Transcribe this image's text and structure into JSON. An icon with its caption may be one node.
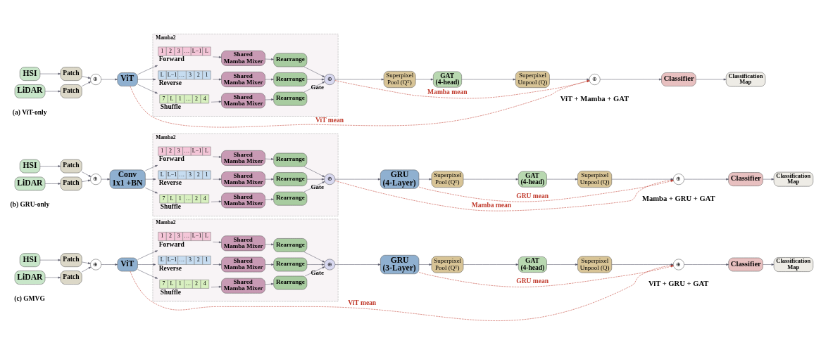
{
  "diagram": {
    "nodes": [
      {
        "text": [
          "HSI"
        ]
      },
      {
        "text": [
          "Patch"
        ]
      },
      {
        "text": [
          "LiDAR"
        ]
      },
      {
        "text": [
          "Patch"
        ]
      },
      {
        "text": [
          "⊕"
        ]
      },
      {
        "text": [
          "ViT"
        ]
      },
      {
        "text": [
          "Mamba2"
        ]
      },
      {
        "text": [
          "1",
          "2",
          "3",
          "…",
          "L−1",
          "L"
        ],
        "beside": [
          "Forward"
        ],
        "in": 6
      },
      {
        "text": [
          "Shared Mamba Mixer"
        ],
        "in": 6
      },
      {
        "text": [
          "Rearrange"
        ],
        "in": 6
      },
      {
        "text": [
          "L",
          "L−1",
          "…",
          "3",
          "2",
          "1"
        ],
        "beside": [
          "Reverse"
        ],
        "in": 6
      },
      {
        "text": [
          "Shared Mamba Mixer"
        ],
        "in": 6
      },
      {
        "text": [
          "Rearrange"
        ],
        "in": 6
      },
      {
        "text": [
          "7",
          "L",
          "1",
          "…",
          "2",
          "4"
        ],
        "beside": [
          "Shuffle"
        ],
        "in": 6
      },
      {
        "text": [
          "Shared Mamba Mixer"
        ],
        "in": 6
      },
      {
        "text": [
          "Rearrange"
        ],
        "in": 6
      },
      {
        "text": [
          "⊕"
        ],
        "beside": [
          "Gate"
        ],
        "in": 6
      },
      {
        "text": [
          "Superpixel Pool (Qᵀ)"
        ]
      },
      {
        "text": [
          "GAT (4-head)"
        ]
      },
      {
        "text": [
          "Superpixel Unpool (Q)"
        ]
      },
      {
        "text": [
          "⊕"
        ]
      },
      {
        "text": [
          "Classifier"
        ]
      },
      {
        "text": [
          "Classification Map"
        ]
      },
      {
        "text": [
          "HSI"
        ]
      },
      {
        "text": [
          "Patch"
        ]
      },
      {
        "text": [
          "LiDAR"
        ]
      },
      {
        "text": [
          "Patch"
        ]
      },
      {
        "text": [
          "⊕"
        ]
      },
      {
        "text": [
          "Conv 1x1 +BN"
        ]
      },
      {
        "text": [
          "Mamba2"
        ]
      },
      {
        "text": [
          "1",
          "2",
          "3",
          "…",
          "L−1",
          "L"
        ],
        "beside": [
          "Forward"
        ],
        "in": 29
      },
      {
        "text": [
          "Shared Mamba Mixer"
        ],
        "in": 29
      },
      {
        "text": [
          "Rearrange"
        ],
        "in": 29
      },
      {
        "text": [
          "L",
          "L−1",
          "…",
          "3",
          "2",
          "1"
        ],
        "beside": [
          "Reverse"
        ],
        "in": 29
      },
      {
        "text": [
          "Shared Mamba Mixer"
        ],
        "in": 29
      },
      {
        "text": [
          "Rearrange"
        ],
        "in": 29
      },
      {
        "text": [
          "7",
          "L",
          "1",
          "…",
          "2",
          "4"
        ],
        "beside": [
          "Shuffle"
        ],
        "in": 29
      },
      {
        "text": [
          "Shared Mamba Mixer"
        ],
        "in": 29
      },
      {
        "text": [
          "Rearrange"
        ],
        "in": 29
      },
      {
        "text": [
          "⊕"
        ],
        "beside": [
          "Gate"
        ],
        "in": 29
      },
      {
        "text": [
          "GRU (4-Layer)"
        ]
      },
      {
        "text": [
          "Superpixel Pool (Qᵀ)"
        ]
      },
      {
        "text": [
          "GAT (4-head)"
        ]
      },
      {
        "text": [
          "Superpixel Unpool (Q)"
        ]
      },
      {
        "text": [
          "⊕"
        ]
      },
      {
        "text": [
          "Classifier"
        ]
      },
      {
        "text": [
          "Classification Map"
        ]
      },
      {
        "text": [
          "HSI"
        ]
      },
      {
        "text": [
          "Patch"
        ]
      },
      {
        "text": [
          "LiDAR"
        ]
      },
      {
        "text": [
          "Patch"
        ]
      },
      {
        "text": [
          "⊕"
        ]
      },
      {
        "text": [
          "ViT"
        ]
      },
      {
        "text": [
          "Mamba2"
        ]
      },
      {
        "text": [
          "1",
          "2",
          "3",
          "…",
          "L−1",
          "L"
        ],
        "beside": [
          "Forward"
        ],
        "in": 53
      },
      {
        "text": [
          "Shared Mamba Mixer"
        ],
        "in": 53
      },
      {
        "text": [
          "Rearrange"
        ],
        "in": 53
      },
      {
        "text": [
          "L",
          "L−1",
          "…",
          "3",
          "2",
          "1"
        ],
        "beside": [
          "Reverse"
        ],
        "in": 53
      },
      {
        "text": [
          "Shared Mamba Mixer"
        ],
        "in": 53
      },
      {
        "text": [
          "Rearrange"
        ],
        "in": 53
      },
      {
        "text": [
          "7",
          "L",
          "1",
          "…",
          "2",
          "4"
        ],
        "beside": [
          "Shuffle"
        ],
        "in": 53
      },
      {
        "text": [
          "Shared Mamba Mixer"
        ],
        "in": 53
      },
      {
        "text": [
          "Rearrange"
        ],
        "in": 53
      },
      {
        "text": [
          "⊕"
        ],
        "beside": [
          "Gate"
        ],
        "in": 53
      },
      {
        "text": [
          "GRU (3-Layer)"
        ]
      },
      {
        "text": [
          "Superpixel Pool (Qᵀ)"
        ]
      },
      {
        "text": [
          "GAT (4-head)"
        ]
      },
      {
        "text": [
          "Superpixel Unpool (Q)"
        ]
      },
      {
        "text": [
          "⊕"
        ]
      },
      {
        "text": [
          "Classifier"
        ]
      },
      {
        "text": [
          "Classification Map"
        ]
      }
    ],
    "edges": [
      {
        "from": 0,
        "to": 1,
        "arrow": "to"
      },
      {
        "from": 2,
        "to": 3,
        "arrow": "to"
      },
      {
        "from": 1,
        "to": 4,
        "arrow": "to"
      },
      {
        "from": 3,
        "to": 4,
        "arrow": "to"
      },
      {
        "from": 4,
        "to": 5,
        "arrow": "to"
      },
      {
        "from": 5,
        "to": 7,
        "arrow": "to"
      },
      {
        "from": 5,
        "to": 10,
        "arrow": "to"
      },
      {
        "from": 5,
        "to": 13,
        "arrow": "to"
      },
      {
        "from": 7,
        "to": 8,
        "arrow": "to"
      },
      {
        "from": 8,
        "to": 9,
        "arrow": "to"
      },
      {
        "from": 10,
        "to": 11,
        "arrow": "to"
      },
      {
        "from": 11,
        "to": 12,
        "arrow": "to"
      },
      {
        "from": 13,
        "to": 14,
        "arrow": "to"
      },
      {
        "from": 14,
        "to": 15,
        "arrow": "to"
      },
      {
        "from": 9,
        "to": 16,
        "arrow": "to"
      },
      {
        "from": 12,
        "to": 16,
        "arrow": "to"
      },
      {
        "from": 15,
        "to": 16,
        "arrow": "to"
      },
      {
        "from": 16,
        "to": 17,
        "arrow": "to"
      },
      {
        "from": 17,
        "to": 18,
        "arrow": "to"
      },
      {
        "from": 18,
        "to": 19,
        "arrow": "to"
      },
      {
        "from": 19,
        "to": 20,
        "arrow": "to"
      },
      {
        "from": 20,
        "to": 21,
        "arrow": "to"
      },
      {
        "from": 21,
        "to": 22,
        "arrow": "to"
      },
      {
        "from": 5,
        "to": 20,
        "arrow": "to",
        "label": "ViT mean",
        "style": "dashed",
        "color": "#c0392b"
      },
      {
        "from": 16,
        "to": 20,
        "arrow": "to",
        "label": "Mamba mean",
        "style": "dashed",
        "color": "#c0392b"
      },
      {
        "from": 23,
        "to": 24,
        "arrow": "to"
      },
      {
        "from": 25,
        "to": 26,
        "arrow": "to"
      },
      {
        "from": 24,
        "to": 27,
        "arrow": "to"
      },
      {
        "from": 26,
        "to": 27,
        "arrow": "to"
      },
      {
        "from": 27,
        "to": 28,
        "arrow": "to"
      },
      {
        "from": 28,
        "to": 30,
        "arrow": "to"
      },
      {
        "from": 28,
        "to": 33,
        "arrow": "to"
      },
      {
        "from": 28,
        "to": 36,
        "arrow": "to"
      },
      {
        "from": 30,
        "to": 31,
        "arrow": "to"
      },
      {
        "from": 31,
        "to": 32,
        "arrow": "to"
      },
      {
        "from": 33,
        "to": 34,
        "arrow": "to"
      },
      {
        "from": 34,
        "to": 35,
        "arrow": "to"
      },
      {
        "from": 36,
        "to": 37,
        "arrow": "to"
      },
      {
        "from": 37,
        "to": 38,
        "arrow": "to"
      },
      {
        "from": 32,
        "to": 39,
        "arrow": "to"
      },
      {
        "from": 35,
        "to": 39,
        "arrow": "to"
      },
      {
        "from": 38,
        "to": 39,
        "arrow": "to"
      },
      {
        "from": 39,
        "to": 40,
        "arrow": "to"
      },
      {
        "from": 40,
        "to": 41,
        "arrow": "to"
      },
      {
        "from": 41,
        "to": 42,
        "arrow": "to"
      },
      {
        "from": 42,
        "to": 43,
        "arrow": "to"
      },
      {
        "from": 43,
        "to": 44,
        "arrow": "to"
      },
      {
        "from": 44,
        "to": 45,
        "arrow": "to"
      },
      {
        "from": 45,
        "to": 46,
        "arrow": "to"
      },
      {
        "from": 39,
        "to": 44,
        "arrow": "to",
        "label": "Mamba mean",
        "style": "dashed",
        "color": "#c0392b"
      },
      {
        "from": 40,
        "to": 44,
        "arrow": "to",
        "label": "GRU mean",
        "style": "dashed",
        "color": "#c0392b"
      },
      {
        "from": 47,
        "to": 48,
        "arrow": "to"
      },
      {
        "from": 49,
        "to": 50,
        "arrow": "to"
      },
      {
        "from": 48,
        "to": 51,
        "arrow": "to"
      },
      {
        "from": 50,
        "to": 51,
        "arrow": "to"
      },
      {
        "from": 51,
        "to": 52,
        "arrow": "to"
      },
      {
        "from": 52,
        "to": 54,
        "arrow": "to"
      },
      {
        "from": 52,
        "to": 57,
        "arrow": "to"
      },
      {
        "from": 52,
        "to": 60,
        "arrow": "to"
      },
      {
        "from": 54,
        "to": 55,
        "arrow": "to"
      },
      {
        "from": 55,
        "to": 56,
        "arrow": "to"
      },
      {
        "from": 57,
        "to": 58,
        "arrow": "to"
      },
      {
        "from": 58,
        "to": 59,
        "arrow": "to"
      },
      {
        "from": 60,
        "to": 61,
        "arrow": "to"
      },
      {
        "from": 61,
        "to": 62,
        "arrow": "to"
      },
      {
        "from": 56,
        "to": 63,
        "arrow": "to"
      },
      {
        "from": 59,
        "to": 63,
        "arrow": "to"
      },
      {
        "from": 62,
        "to": 63,
        "arrow": "to"
      },
      {
        "from": 63,
        "to": 64,
        "arrow": "to"
      },
      {
        "from": 64,
        "to": 65,
        "arrow": "to"
      },
      {
        "from": 65,
        "to": 66,
        "arrow": "to"
      },
      {
        "from": 66,
        "to": 67,
        "arrow": "to"
      },
      {
        "from": 67,
        "to": 68,
        "arrow": "to"
      },
      {
        "from": 68,
        "to": 69,
        "arrow": "to"
      },
      {
        "from": 69,
        "to": 70,
        "arrow": "to"
      },
      {
        "from": 52,
        "to": 68,
        "arrow": "to",
        "label": "ViT mean",
        "style": "dashed",
        "color": "#c0392b"
      },
      {
        "from": 64,
        "to": 68,
        "arrow": "to",
        "label": "GRU mean",
        "style": "dashed",
        "color": "#c0392b"
      }
    ],
    "labels": [
      "(a) ViT-only",
      "ViT + Mamba + GAT",
      "(b) GRU-only",
      "Mamba + GRU + GAT",
      "(c) GMVG",
      "ViT + GRU + GAT"
    ]
  }
}
